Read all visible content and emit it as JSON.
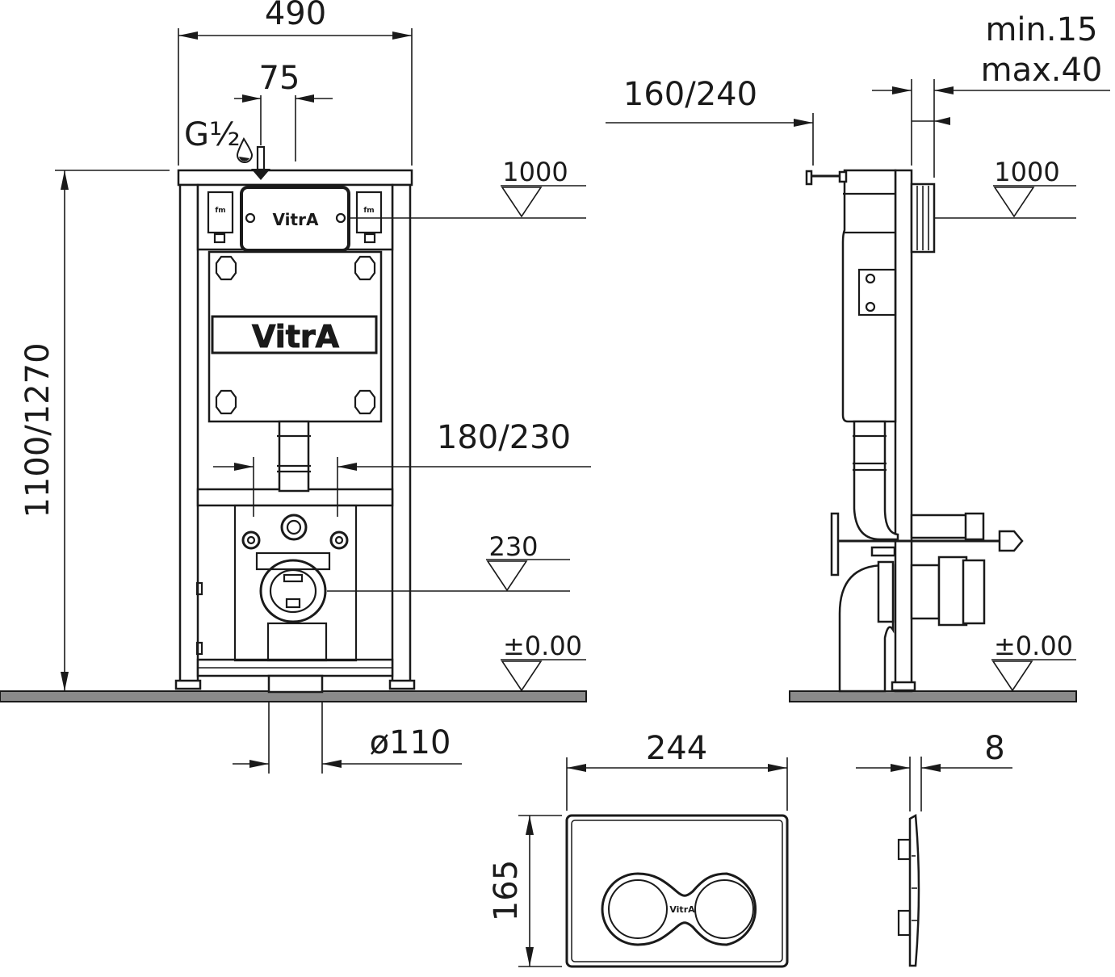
{
  "dimensions": {
    "frame_width": "490",
    "water_offset": "75",
    "water_connection": "G½",
    "height_range": "1100/1270",
    "actuator_height_front": "1000",
    "actuator_height_side": "1000",
    "support_spacing": "180/230",
    "drain_height": "230",
    "floor_front": "±0.00",
    "floor_side": "±0.00",
    "drain_diameter": "ø110",
    "pipe_offset": "160/240",
    "wall_min": "min.15",
    "wall_max": "max.40",
    "plate_width": "244",
    "plate_height": "165",
    "plate_depth": "8"
  },
  "brand": {
    "cistern_label": "VitrA",
    "panel_label": "VitrA",
    "plate_label": "VitrA"
  },
  "icons": {
    "fill_level_marker": "fill-level-triangle-icon",
    "water_drop": "water-drop-icon"
  }
}
